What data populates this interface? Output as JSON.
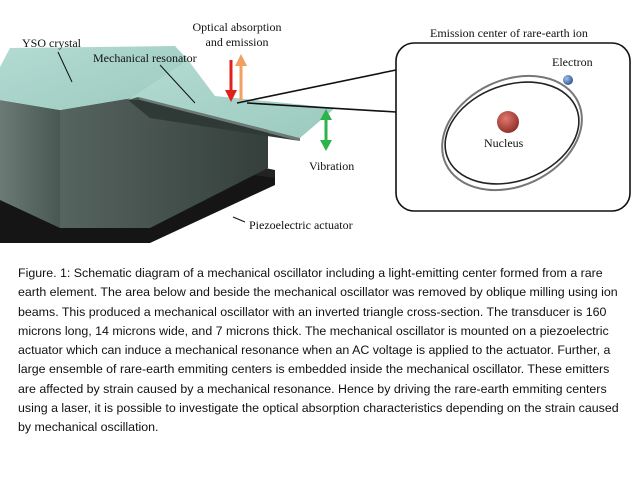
{
  "figure": {
    "labels": {
      "yso_crystal": "YSO crystal",
      "mechanical_resonator": "Mechanical resonator",
      "optical_line1": "Optical absorption",
      "optical_line2": "and emission",
      "vibration": "Vibration",
      "piezo": "Piezoelectric actuator",
      "emission_center": "Emission center of rare-earth ion",
      "electron": "Electron",
      "nucleus": "Nucleus"
    },
    "colors": {
      "crystal_top": "#a9d2c8",
      "crystal_front": "#4e5e59",
      "crystal_side": "#3b4844",
      "actuator": "#161616",
      "arrow_absorb": "#e0201b",
      "arrow_emit": "#f0a060",
      "arrow_vibration": "#2cb34a",
      "nucleus": "#b5413a",
      "electron": "#3f6fae"
    }
  },
  "caption": "Figure. 1: Schematic diagram of a mechanical oscillator including a light-emitting center formed from a rare earth element. The area below and beside the mechanical oscillator was removed by oblique milling using ion beams. This produced a mechanical oscillator with an inverted triangle cross-section. The transducer is 160 microns long, 14 microns wide, and 7 microns thick. The mechanical oscillator is mounted on a piezoelectric actuator which can induce a mechanical resonance when an AC voltage is applied to the actuator. Further, a large ensemble of rare-earth emmiting centers is embedded inside the mechanical oscillator. These emitters are affected by strain caused by a mechanical resonance. Hence by driving the rare-earth emmiting centers using a laser, it is possible to investigate the optical absorption characteristics depending on the strain caused by mechanical oscillation."
}
